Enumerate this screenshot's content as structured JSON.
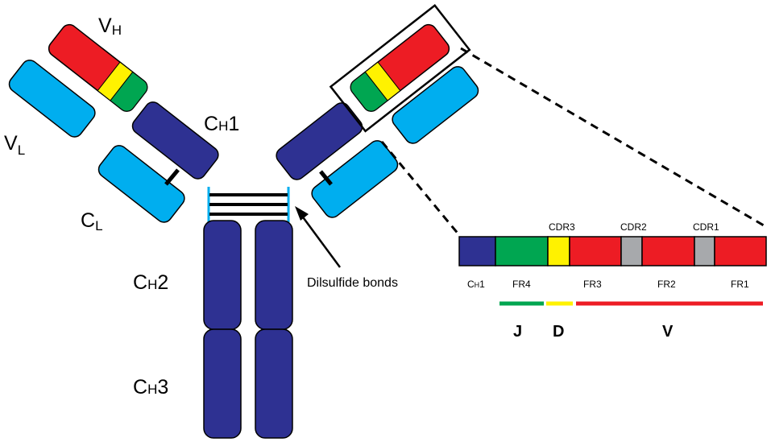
{
  "labels": {
    "vh_main": "V",
    "vh_sub": "H",
    "vl_main": "V",
    "vl_sub": "L",
    "cl_main": "C",
    "cl_sub": "L",
    "ch1_c": "C",
    "ch1_h": "H",
    "ch1_n": "1",
    "ch2_c": "C",
    "ch2_h": "H",
    "ch2_n": "2",
    "ch3_c": "C",
    "ch3_h": "H",
    "ch3_n": "3",
    "disulfide": "Dilsulfide bonds"
  },
  "strip": {
    "top_labels": {
      "cdr3": "CDR3",
      "cdr2": "CDR2",
      "cdr1": "CDR1"
    },
    "bottom_labels": {
      "ch1_c": "C",
      "ch1_h": "H",
      "ch1_n": "1",
      "fr4": "FR4",
      "fr3": "FR3",
      "fr2": "FR2",
      "fr1": "FR1"
    },
    "genes": {
      "j": "J",
      "d": "D",
      "v": "V"
    }
  },
  "colors": {
    "variable_heavy": "#ed1c24",
    "cdr3": "#fff200",
    "fr4": "#00a651",
    "light_chain": "#00aeef",
    "heavy_constant": "#2e3192",
    "cdr_gray": "#a7a9ac"
  }
}
